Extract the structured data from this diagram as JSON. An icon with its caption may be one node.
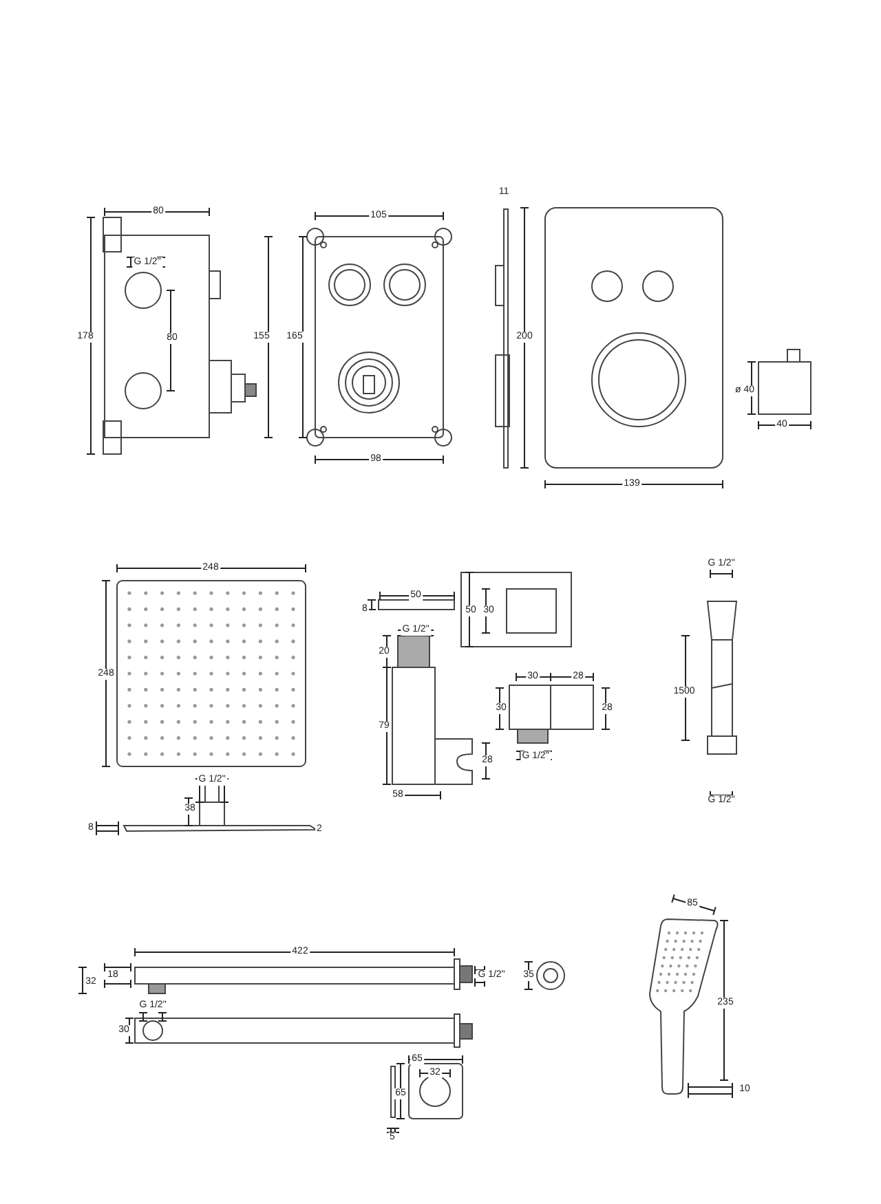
{
  "diagram": {
    "labels": [
      "80",
      "105",
      "G 1/2\"",
      "178",
      "80",
      "155",
      "165",
      "98",
      "11",
      "200",
      "ø 40",
      "40",
      "139",
      "248",
      "50",
      "8",
      "50",
      "30",
      "G 1/2\"",
      "248",
      "20",
      "30",
      "28",
      "G 1/2\"",
      "1500",
      "79",
      "30",
      "28",
      "28",
      "G 1/2\"",
      "G 1/2\"",
      "58",
      "G 1/2\"",
      "38",
      "8",
      "2",
      "85",
      "422",
      "18",
      "32",
      "G 1/2\"",
      "35",
      "G 1/2\"",
      "235",
      "30",
      "65",
      "32",
      "65",
      "10",
      "5"
    ]
  }
}
